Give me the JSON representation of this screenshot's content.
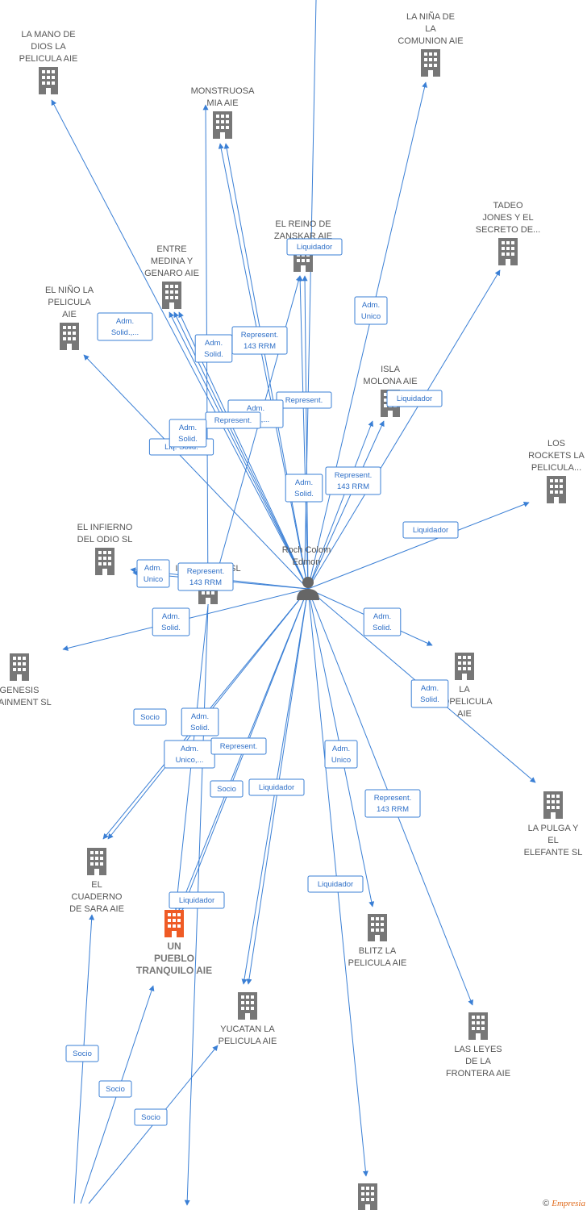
{
  "colors": {
    "edge": "#3a7fd5",
    "building": "#777777",
    "highlight": "#ef5b25",
    "person": "#666666"
  },
  "center": {
    "name_lines": [
      "Roch Colom",
      "Edmon"
    ],
    "icon": "person-icon"
  },
  "companies": [
    {
      "id": "mano",
      "lines": [
        "LA MANO DE",
        "DIOS LA",
        "PELICULA AIE"
      ]
    },
    {
      "id": "monstruosa",
      "lines": [
        "MONSTRUOSA",
        "MIA AIE"
      ]
    },
    {
      "id": "nina",
      "lines": [
        "LA NIÑA DE",
        "LA",
        "COMUNION  AIE"
      ]
    },
    {
      "id": "tadeo",
      "lines": [
        "TADEO",
        "JONES Y EL",
        "SECRETO DE..."
      ]
    },
    {
      "id": "zanskar",
      "lines": [
        "EL REINO DE",
        "ZANSKAR  AIE"
      ]
    },
    {
      "id": "medina",
      "lines": [
        "ENTRE",
        "MEDINA Y",
        "GENARO AIE"
      ]
    },
    {
      "id": "nino",
      "lines": [
        "EL NIÑO LA",
        "PELICULA",
        "AIE"
      ]
    },
    {
      "id": "isla",
      "lines": [
        "ISLA",
        "MOLONA AIE"
      ]
    },
    {
      "id": "rockets",
      "lines": [
        "LOS",
        "ROCKETS LA",
        "PELICULA..."
      ]
    },
    {
      "id": "infierno",
      "lines": [
        "EL INFIERNO",
        "DEL ODIO  SL"
      ]
    },
    {
      "id": "ikiru",
      "lines": [
        "IKIRU FILMS SL"
      ]
    },
    {
      "id": "genesis",
      "lines": [
        "GENESIS",
        "RTAINMENT SL"
      ]
    },
    {
      "id": "leo",
      "lines": [
        "LA",
        "EOPELICULA",
        "AIE"
      ]
    },
    {
      "id": "pulga",
      "lines": [
        "LA PULGA Y",
        "EL",
        "ELEFANTE  SL"
      ]
    },
    {
      "id": "cuaderno",
      "lines": [
        "EL",
        "CUADERNO",
        "DE SARA AIE"
      ]
    },
    {
      "id": "pueblo",
      "lines": [
        "UN",
        "PUEBLO",
        "TRANQUILO AIE"
      ],
      "highlight": true
    },
    {
      "id": "blitz",
      "lines": [
        "BLITZ LA",
        "PELICULA  AIE"
      ]
    },
    {
      "id": "yucatan",
      "lines": [
        "YUCATAN LA",
        "PELICULA AIE"
      ]
    },
    {
      "id": "leyes",
      "lines": [
        "LAS LEYES",
        "DE LA",
        "FRONTERA  AIE"
      ]
    },
    {
      "id": "bottom",
      "lines": []
    }
  ],
  "edge_labels": [
    {
      "id": "e-zanskar-liq",
      "lines": [
        "Liquidador"
      ]
    },
    {
      "id": "e-mano",
      "lines": [
        "Adm.",
        "Solid.,..."
      ]
    },
    {
      "id": "e-monstruosa-adm",
      "lines": [
        "Adm.",
        "Solid."
      ]
    },
    {
      "id": "e-monstruosa-rep",
      "lines": [
        "Represent.",
        "143 RRM"
      ]
    },
    {
      "id": "e-nina",
      "lines": [
        "Adm.",
        "Unico"
      ]
    },
    {
      "id": "e-zanskar-rep",
      "lines": [
        "Represent."
      ]
    },
    {
      "id": "e-isla-liq",
      "lines": [
        "Liquidador"
      ]
    },
    {
      "id": "e-medina-adm",
      "lines": [
        "Adm.",
        "Solid.,..."
      ]
    },
    {
      "id": "e-medina-rep",
      "lines": [
        "Represent."
      ]
    },
    {
      "id": "e-nino",
      "lines": [
        "Liq.  Solid."
      ]
    },
    {
      "id": "e-medina-adm2",
      "lines": [
        "Adm.",
        "Solid."
      ]
    },
    {
      "id": "e-isla-adm",
      "lines": [
        "Adm.",
        "Solid."
      ]
    },
    {
      "id": "e-isla-rep",
      "lines": [
        "Represent.",
        "143 RRM"
      ]
    },
    {
      "id": "e-rockets",
      "lines": [
        "Liquidador"
      ]
    },
    {
      "id": "e-infierno",
      "lines": [
        "Adm.",
        "Unico"
      ]
    },
    {
      "id": "e-ikiru",
      "lines": [
        "Represent.",
        "143 RRM"
      ]
    },
    {
      "id": "e-genesis",
      "lines": [
        "Adm.",
        "Solid."
      ]
    },
    {
      "id": "e-leo",
      "lines": [
        "Adm.",
        "Solid."
      ]
    },
    {
      "id": "e-pulga",
      "lines": [
        "Adm.",
        "Solid."
      ]
    },
    {
      "id": "e-cuaderno-socio",
      "lines": [
        "Socio"
      ]
    },
    {
      "id": "e-pueblo-adm",
      "lines": [
        "Adm.",
        "Solid."
      ]
    },
    {
      "id": "e-cuaderno-adm",
      "lines": [
        "Adm.",
        "Unico,..."
      ]
    },
    {
      "id": "e-pueblo-rep",
      "lines": [
        "Represent."
      ]
    },
    {
      "id": "e-yucatan-socio",
      "lines": [
        "Socio"
      ]
    },
    {
      "id": "e-yucatan-liq",
      "lines": [
        "Liquidador"
      ]
    },
    {
      "id": "e-blitz",
      "lines": [
        "Adm.",
        "Unico"
      ]
    },
    {
      "id": "e-leyes",
      "lines": [
        "Represent.",
        "143 RRM"
      ]
    },
    {
      "id": "e-pueblo-liq",
      "lines": [
        "Liquidador"
      ]
    },
    {
      "id": "e-bottom-liq",
      "lines": [
        "Liquidador"
      ]
    },
    {
      "id": "e-bl-socio1",
      "lines": [
        "Socio"
      ]
    },
    {
      "id": "e-bl-socio2",
      "lines": [
        "Socio"
      ]
    },
    {
      "id": "e-bl-socio3",
      "lines": [
        "Socio"
      ]
    }
  ],
  "footer": {
    "copyright": "©",
    "brand": "Empresia"
  }
}
